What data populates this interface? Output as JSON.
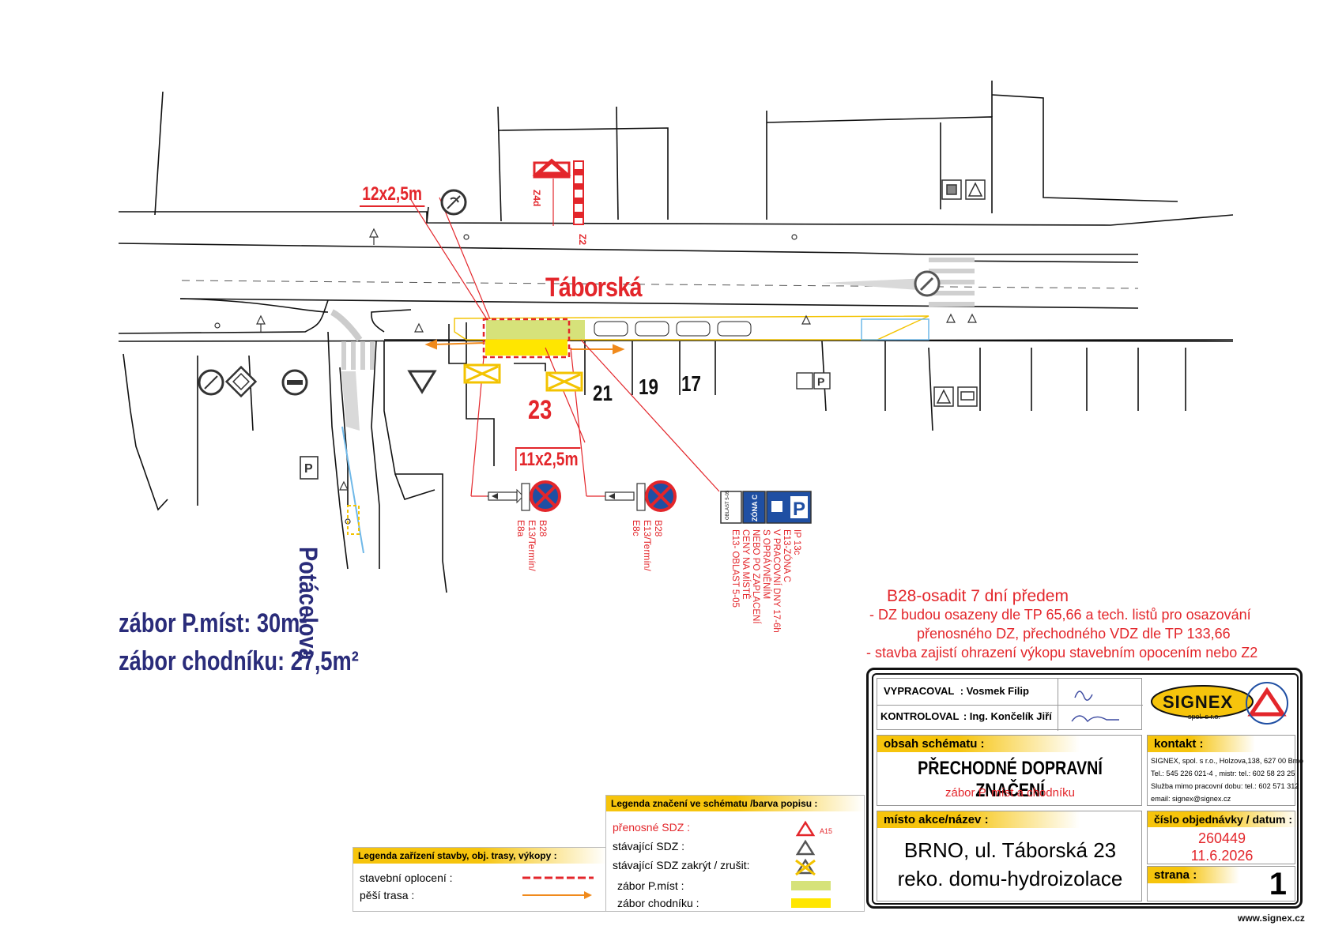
{
  "streets": {
    "main": "Táborská",
    "side": "Potácelova"
  },
  "house_numbers": [
    "23",
    "21",
    "19",
    "17"
  ],
  "dimensions": {
    "upper": "12x2,5m",
    "lower": "11x2,5m"
  },
  "signs": {
    "z4d": "Z4d",
    "z2": "Z2",
    "sign1": {
      "code": "B28",
      "line2": "E13/Termín/",
      "line3": "E8a"
    },
    "sign2": {
      "code": "B28",
      "line2": "E13/Termín/",
      "line3": "E8c"
    },
    "sign3": {
      "line1": "IP 13c",
      "line2": "E13-ZÓNA C",
      "line3": "V PRACOVNÍ DNY 17-6h",
      "line4": "S OPRÁVNĚNÍM",
      "line5": "NEBO PO ZAPLACENÍ",
      "line6": "CENY NA MÍSTĚ",
      "line7": "E13- OBLAST 5-05"
    },
    "zona_label": "ZÓNA C",
    "oblast_label": "OBLAST 5-05",
    "parking_letter": "P"
  },
  "areas": {
    "parking": "zábor P.míst: 30m²",
    "sidewalk": "zábor chodníku: 27,5m²"
  },
  "notes": {
    "n1": "B28-osadit 7 dní předem",
    "n2": "- DZ budou osazeny dle TP 65,66 a tech. listů pro osazování",
    "n3": "přenosného DZ, přechodného VDZ dle TP 133,66",
    "n4": "- stavba zajistí ohrazení výkopu stavebním opocením nebo Z2"
  },
  "legend1": {
    "title": "Legenda zařízení stavby, obj. trasy, výkopy :",
    "fence": "stavební oplocení :",
    "path": "pěší trasa :"
  },
  "legend2": {
    "title": "Legenda značení ve schématu /barva popisu :",
    "portable": "přenosné  SDZ :",
    "portable_code": "A15",
    "existing": "stávající SDZ :",
    "cover": "stávající SDZ zakrýt / zrušit:",
    "parking_zone": "zábor P.míst :",
    "sidewalk_zone": "zábor chodníku :"
  },
  "title_block": {
    "prepared_label": "VYPRACOVAL",
    "prepared_value": ": Vosmek Filip",
    "checked_label": "KONTROLOVAL",
    "checked_value": ": Ing. Končelík Jiří",
    "company_logo": "SIGNEX",
    "company_sub": "spol. s r.o.",
    "content_label": "obsah schématu :",
    "content_title": "PŘECHODNÉ DOPRAVNÍ ZNAČENÍ",
    "content_sub": "zábor P. míst a chodníku",
    "contact_label": "kontakt :",
    "contact_1": "SIGNEX, spol. s r.o., Holzova,138, 627 00 Brno",
    "contact_2": "Tel.: 545 226 021-4 , mistr: tel.: 602 58 23 25",
    "contact_3": "Služba mimo pracovní dobu: tel.: 602 571 312",
    "contact_4": "email: signex@signex.cz",
    "place_label": "místo  akce/název :",
    "place_line1": "BRNO, ul. Táborská 23",
    "place_line2": "reko. domu-hydroizolace",
    "order_label": "číslo  objednávky / datum  :",
    "order_number": "260449",
    "order_date": "11.6.2026",
    "page_label": "strana :",
    "page_number": "1"
  },
  "footer_url": "www.signex.cz",
  "colors": {
    "red": "#e3262b",
    "navy": "#2a2c7a",
    "yellow": "#ffe600",
    "parking_green": "#d6e27a",
    "orange": "#f08a1c",
    "sign_blue": "#1f4fa3"
  }
}
